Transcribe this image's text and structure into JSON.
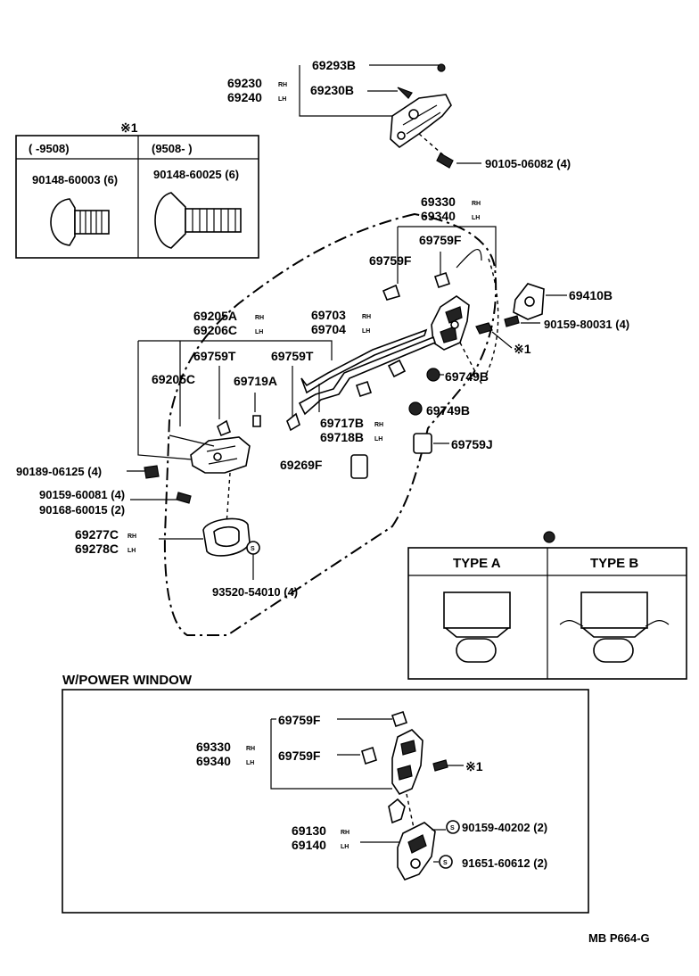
{
  "callouts": {
    "p69293B": "69293B",
    "p69230": "69230",
    "p69240": "69240",
    "p69230B": "69230B",
    "p90105": "90105-06082 (4)",
    "p69330": "69330",
    "p69340": "69340",
    "p69759F_a": "69759F",
    "p69759F_b": "69759F",
    "p69410B": "69410B",
    "p90159_80031": "90159-80031 (4)",
    "p69205A": "69205A",
    "p69206C": "69206C",
    "p69703": "69703",
    "p69704": "69704",
    "p69759T_a": "69759T",
    "p69759T_b": "69759T",
    "p69205C": "69205C",
    "p69719A": "69719A",
    "p69749B_a": "69749B",
    "p69749B_b": "69749B",
    "p69717B": "69717B",
    "p69718B": "69718B",
    "p69759J": "69759J",
    "p90189": "90189-06125 (4)",
    "p69269F": "69269F",
    "p90159_60081": "90159-60081 (4)",
    "p90168": "90168-60015 (2)",
    "p69277C": "69277C",
    "p69278C": "69278C",
    "p93520": "93520-54010 (4)",
    "star1_label": "※1"
  },
  "side_marks": {
    "rh": "RH",
    "lh": "LH"
  },
  "screw_table": {
    "mark": "※1",
    "col1_header": "(      -9508)",
    "col2_header": "(9508-        )",
    "col1_part": "90148-60003 (6)",
    "col2_part": "90148-60025 (6)"
  },
  "type_table": {
    "col1_header": "TYPE A",
    "col2_header": "TYPE B"
  },
  "power_window": {
    "title": "W/POWER WINDOW",
    "p69759F_a": "69759F",
    "p69759F_b": "69759F",
    "p69330": "69330",
    "p69340": "69340",
    "star1_label": "※1",
    "p69130": "69130",
    "p69140": "69140",
    "p90159_40202": "90159-40202 (2)",
    "p91651": "91651-60612 (2)",
    "s_mark": "S"
  },
  "footer": {
    "code": "MB  P664-G"
  }
}
